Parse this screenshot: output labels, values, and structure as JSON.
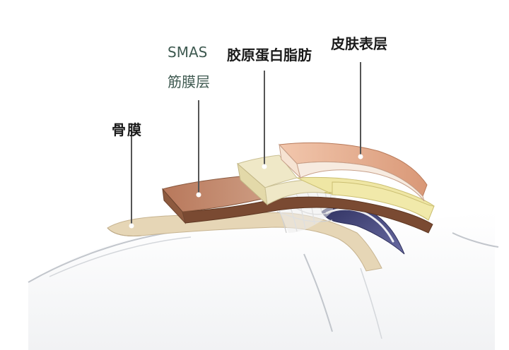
{
  "labels": {
    "periosteum": "骨膜",
    "smas_line1": "SMAS",
    "smas_line2": "筋膜层",
    "collagen_fat": "胶原蛋白脂肪",
    "epidermis": "皮肤表层"
  },
  "colors": {
    "bone_outline": "#b9bdc3",
    "periosteum": "#e6d6b6",
    "smas_layer": "#c28b71",
    "smas_band": "#7a4a32",
    "collagen_fat": "#efe8c7",
    "fat_yellow": "#efe6a4",
    "epidermis": "#e9b697",
    "vessel": "#55578c",
    "leader_line": "#555555",
    "smas_text": "#3f5a51"
  }
}
